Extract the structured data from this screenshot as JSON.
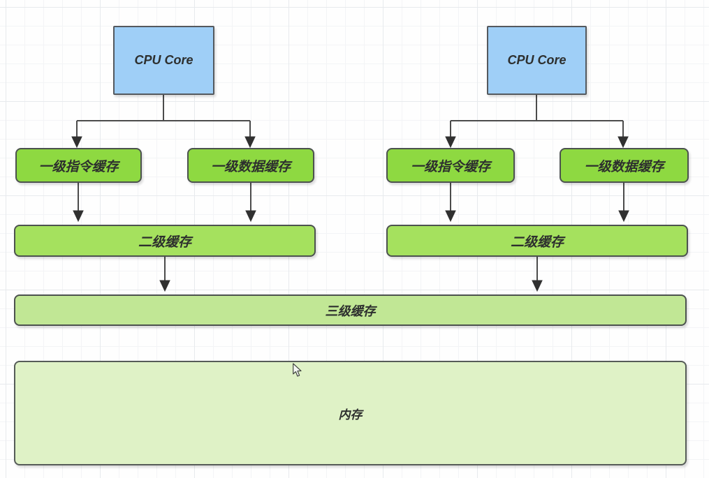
{
  "canvas": {
    "background": "#fefefe",
    "grid_minor_color": "#f3f4f6",
    "grid_major_color": "#e7eaed"
  },
  "colors": {
    "cpu_fill": "#9fcff7",
    "cpu_border": "#54595e",
    "l1_fill": "#8ed941",
    "l2_fill": "#a5e15e",
    "l3_fill": "#c1e795",
    "memory_fill": "#dff2c6",
    "green_border": "#4c524f",
    "connector": "#4b4b4b",
    "label_text": "#2d2f2e"
  },
  "nodes": {
    "cpu_left": {
      "label": "CPU Core"
    },
    "cpu_right": {
      "label": "CPU Core"
    },
    "l1_instr_left": {
      "label": "一级指令缓存"
    },
    "l1_data_left": {
      "label": "一级数据缓存"
    },
    "l1_instr_right": {
      "label": "一级指令缓存"
    },
    "l1_data_right": {
      "label": "一级数据缓存"
    },
    "l2_left": {
      "label": "二级缓存"
    },
    "l2_right": {
      "label": "二级缓存"
    },
    "l3": {
      "label": "三级缓存"
    },
    "memory": {
      "label": "内存"
    }
  }
}
